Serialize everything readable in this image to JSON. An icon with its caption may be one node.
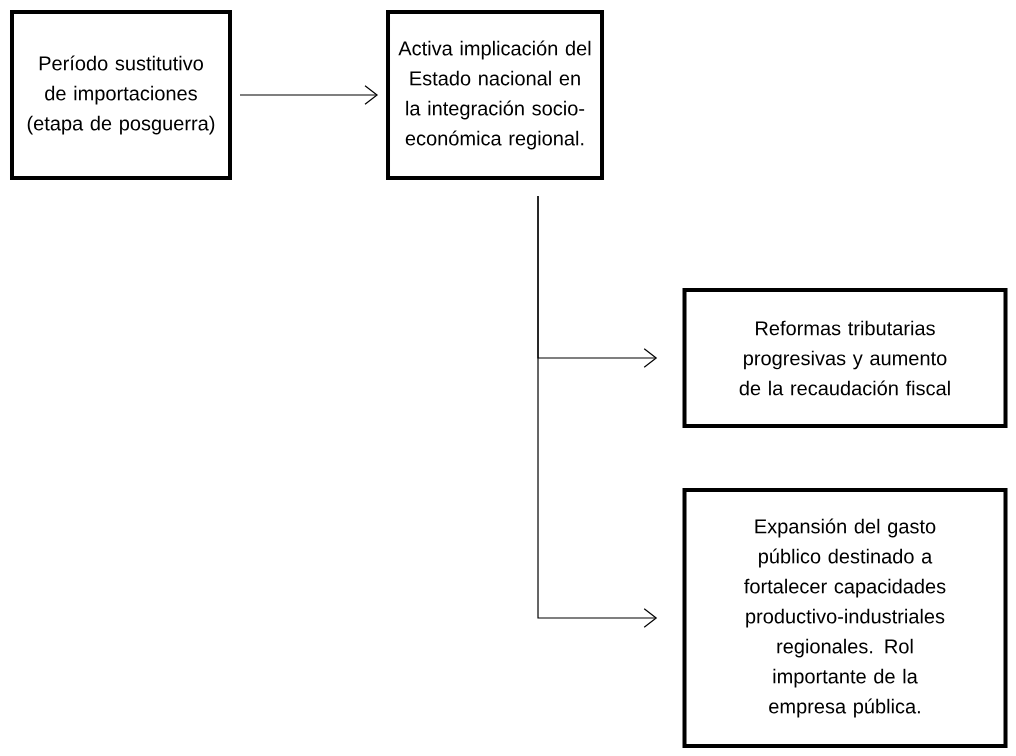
{
  "diagram": {
    "nodes": [
      {
        "text": [
          "Período sustitutivo de importaciones (etapa de posguerra)"
        ]
      },
      {
        "text": [
          "Activa implicación del Estado nacional en la integración socio-económica regional."
        ]
      },
      {
        "text": [
          "Reformas tributarias progresivas y aumento de la recaudación fiscal"
        ]
      },
      {
        "text": [
          "Expansión del gasto público destinado a fortalecer capacidades productivo-industriales regionales. Rol importante de la empresa pública."
        ]
      }
    ],
    "edges": [
      {
        "from": 0,
        "to": 1,
        "arrow": "to"
      },
      {
        "from": 1,
        "to": 2,
        "arrow": "to"
      },
      {
        "from": 1,
        "to": 3,
        "arrow": "to"
      }
    ]
  }
}
